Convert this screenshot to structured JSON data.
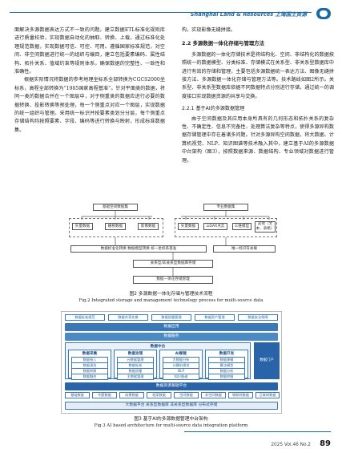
{
  "header": {
    "journal": "Shanghai Land & Resources 上海国土资源"
  },
  "left_column": {
    "p1": "面解决多源数据表达方式不一致的问题。建立数据ETL标准化规则库进行质量校验，实现数据自动化的抽取、转换、上载，通过标准化处理规范数据，实现数据可信、可控、可用。遵循国家标准规范，对空间、非空间数据进行统一的组织与编目，建立包括要素编码、属性结构、拓扑关系、值域约束等规则体系，确保数据的完整性、一致性和准确性。",
    "p2": "根据实际情况将数据的参考地理坐标系全部转换为CGCS2000坐标系，高程全部转换为“1985国家高程基准”。针对平面类的数据，将同一类的数据合并在一个图层中，对于侧重类的数据应进行必要的数据转换、投影转换等预处理，每一个侧重点对应一个图层，实现数据的统一组织与管理。采用统一标识并按要素类划分分层，每个侧重点存储结构均按照要素、字段、编码等进行转换与映射，形成标准数据集。"
  },
  "right_column": {
    "p0": "构，实现影像无缝拼接。",
    "sec22": "2.2  多源数据一体化存储与管理方法",
    "p1": "多源数据的一体化存储技术是将结构化、空间、非结构化的数据按照统一的数据模型、分类标准、存储模式在关系型、非关系型数据库中进行有效的存储和管理，主要包括多源数据统一表达方法、图像无缝拼接方法、多源数据一体化存储与管理方法等。技术路线如图2所示。关系型、非关系型数据库依据不同数据特点分别进行存储，通过统一的调度接口实现数据资源的共享与交换。",
    "sub221": "2.2.1  基于AI的多源数据管理",
    "p2": "由于空间数据及其应用本身所具有的几何形态和拓扑关系的复杂性、不确定性、信息不完备性、处理算法复杂等特点，使得多源异构数据存储管理中存在着诸多问题。针对多源异构空间数据，将大数据、计算机视觉、NLP、知识图谱等技术融入其中，建立基于AI的多源数据中台架构（图3），按照数据来源、数据结构、专业领域对数据进行管理。"
  },
  "fig2": {
    "left_title": "基础空间数据集",
    "right_title": "专业数据集",
    "left_items": [
      "矢量数据",
      "栅格数据",
      "影像数据"
    ],
    "right_items": [
      "矢量数据",
      "LiDAR点云",
      "三维模型",
      "其他（文本、表格）"
    ],
    "pipeline": "数据标准化转换  数据模型转换  统一坐标系基准",
    "qa": "唯一标识符关联",
    "store": "关系型/非关系型数据库存储",
    "mgmt": "数据一体化存储管理",
    "cap_cn": "图2  多源数据一体化存储与管理技术流程",
    "cap_en": "Fig.2  Integrated storage and management technology process for multi-source data"
  },
  "fig3": {
    "top_tabs": [
      "数据标准规范",
      "数据共享交换",
      "数据质量管理",
      "数据资产管理",
      "数据安全保障"
    ],
    "row_app": "数据应用",
    "row_service": "数据服务",
    "core_title": "数据中台",
    "panels": [
      {
        "title": "数据采集",
        "cells": [
          "数据接入",
          "数据清洗",
          "数据转换",
          "数据融合"
        ]
      },
      {
        "title": "数据治理",
        "cells": [
          "元数据管理",
          "数据标准",
          "数据质量",
          "主数据管理"
        ]
      },
      {
        "title": "AI赋能",
        "cells": [
          "大数据分析",
          "计算机视觉",
          "NLP",
          "知识图谱"
        ]
      },
      {
        "title": "数据开发",
        "cells": [
          "数据建模",
          "算法模型",
          "数据分析",
          "数据挖掘"
        ]
      }
    ],
    "side_label": "数据门户",
    "infra_title": "数据资源基础平台",
    "infra_cells": [
      "基础数据",
      "专题数据",
      "成果数据",
      "档案数据",
      "空间数据",
      "非空间数据",
      "物联网数据",
      "互联网数据"
    ],
    "bottom": "大数据平台  关系型数据库  非关系型数据库  分布式存储",
    "cap_cn": "图3  基于AI的多源数据管理中台架构",
    "cap_en": "Fig.3  AI based architecture for multi-source data integration platform"
  },
  "footer": {
    "issue": "2025 Vol.46 No.2",
    "page": "89"
  },
  "colors": {
    "accent": "#1b6aa5",
    "fig_blue": "#2a64a8"
  }
}
